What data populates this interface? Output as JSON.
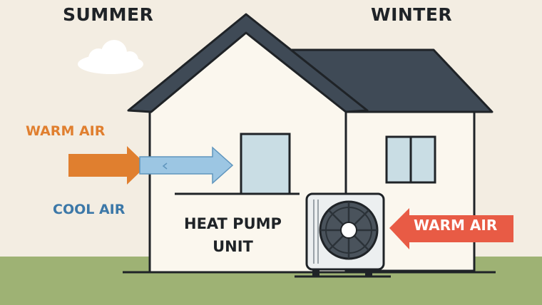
{
  "labels": {
    "summer": "SUMMER",
    "winter": "WINTER",
    "warm_air_left": "WARM AIR",
    "cool_air_left": "COOL AIR",
    "heat_pump_line1": "HEAT PUMP",
    "heat_pump_line2": "UNIT",
    "warm_air_right": "WARM AIR"
  },
  "colors": {
    "background": "#f3ede2",
    "ground": "#9eb274",
    "roof": "#3f4a56",
    "wall": "#fbf7ee",
    "outline": "#1f2327",
    "window": "#c9dde4",
    "orange_arrow": "#e07f2f",
    "blue_arrow": "#9cc6e3",
    "red_arrow": "#e85b45",
    "cool_text": "#3c78a8",
    "unit_body": "#eceff0",
    "fan": "#4a535c"
  },
  "icons": {
    "cloud": "cloud-icon",
    "fan": "fan-icon"
  }
}
